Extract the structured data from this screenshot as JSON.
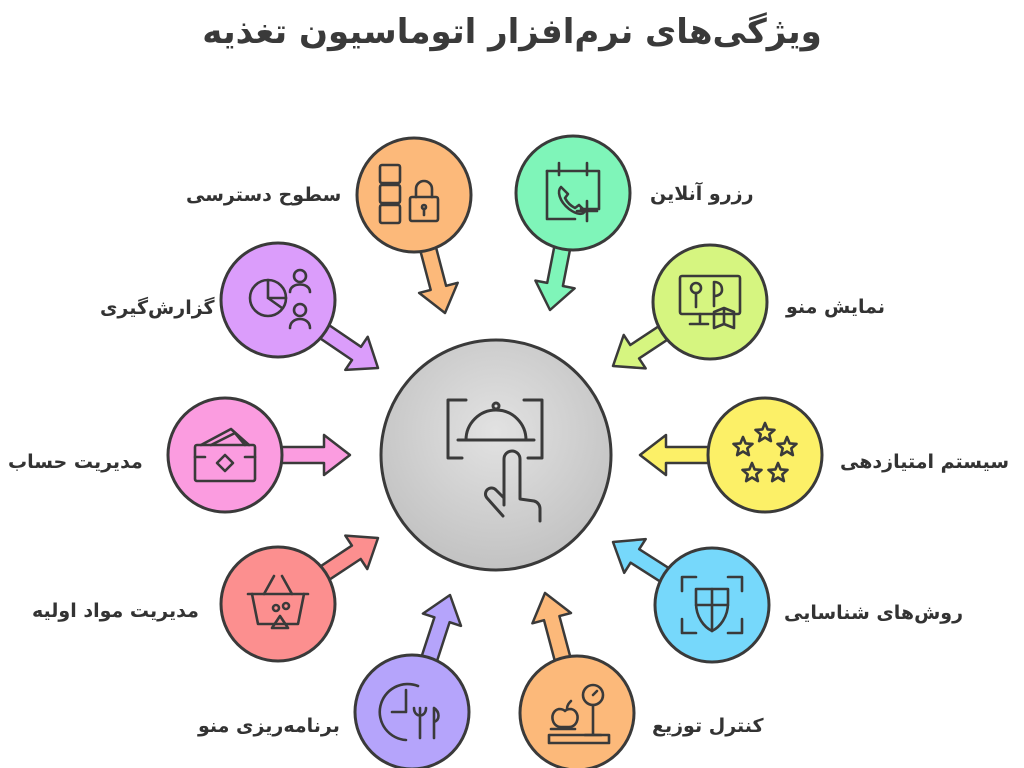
{
  "title": "ویژگی‌های نرم‌افزار اتوماسیون تغذیه",
  "center": {
    "icon": "food-tray-touch-icon",
    "color": "#cccccc"
  },
  "features": [
    {
      "key": "online-reservation",
      "label": "رزرو آنلاین",
      "color": "#7ff5b9",
      "icon": "calendar-phone-plus-icon"
    },
    {
      "key": "menu-display",
      "label": "نمایش منو",
      "color": "#d6f580",
      "icon": "monitor-menu-icon"
    },
    {
      "key": "rating-system",
      "label": "سیستم امتیازدهی",
      "color": "#fcf067",
      "icon": "five-stars-icon"
    },
    {
      "key": "identification-methods",
      "label": "روش‌های شناسایی",
      "color": "#76d8fb",
      "icon": "face-scan-icon"
    },
    {
      "key": "distribution-control",
      "label": "کنترل توزیع",
      "color": "#fcb97a",
      "icon": "scale-apple-icon"
    },
    {
      "key": "menu-planning",
      "label": "برنامه‌ریزی منو",
      "color": "#b5a4fb",
      "icon": "clock-cutlery-icon"
    },
    {
      "key": "ingredients-management",
      "label": "مدیریت مواد اولیه",
      "color": "#fc8f8f",
      "icon": "basket-icon"
    },
    {
      "key": "account-management",
      "label": "مدیریت حساب",
      "color": "#fb9ce0",
      "icon": "wallet-cards-icon"
    },
    {
      "key": "reporting",
      "label": "گزارش‌گیری",
      "color": "#db9dfb",
      "icon": "pie-chart-people-icon"
    },
    {
      "key": "access-levels",
      "label": "سطوح دسترسی",
      "color": "#fcb97a",
      "icon": "blocks-lock-icon"
    }
  ]
}
